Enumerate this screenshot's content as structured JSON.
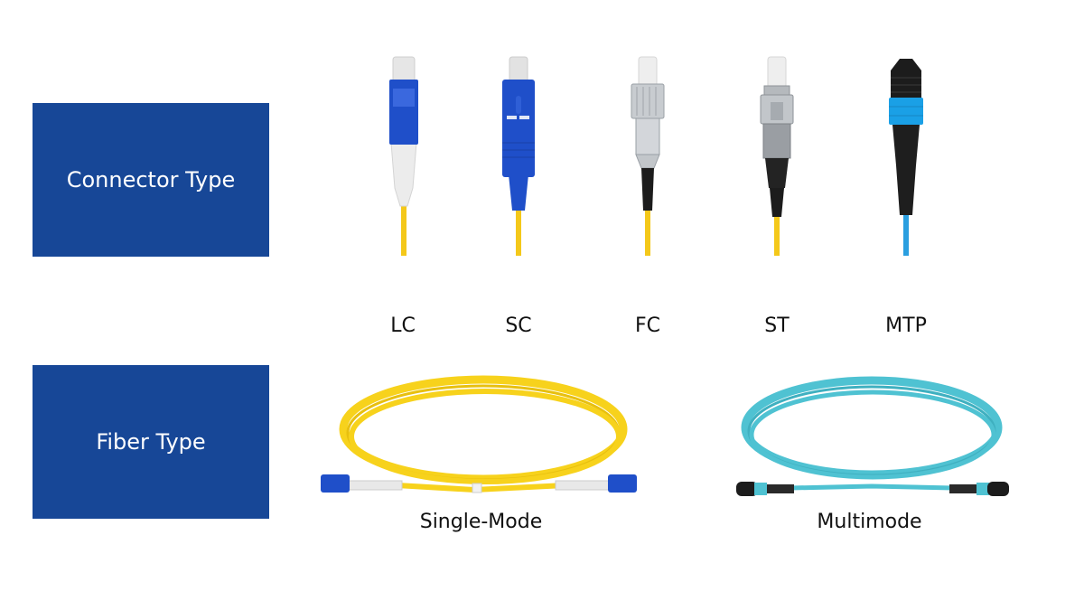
{
  "rows": {
    "connector": {
      "label": "Connector Type",
      "items": [
        {
          "name": "LC",
          "cable_color": "#f4c81a",
          "body_color": "#1f4fc9"
        },
        {
          "name": "SC",
          "cable_color": "#f4c81a",
          "body_color": "#1f4fc9"
        },
        {
          "name": "FC",
          "cable_color": "#f4c81a",
          "body_color": "#c0c4c8"
        },
        {
          "name": "ST",
          "cable_color": "#f4c81a",
          "body_color": "#9a9ea3"
        },
        {
          "name": "MTP",
          "cable_color": "#2a9fe0",
          "body_color": "#1aa0e6"
        }
      ]
    },
    "fiber": {
      "label": "Fiber Type",
      "items": [
        {
          "name": "Single-Mode",
          "cable_color": "#f7d21c",
          "connector_color": "#1f4fc9"
        },
        {
          "name": "Multimode",
          "cable_color": "#4fc2d2",
          "connector_color": "#1c1c1c"
        }
      ]
    }
  },
  "colors": {
    "label_box_bg": "#174797",
    "label_text": "#ffffff",
    "caption_text": "#111111"
  }
}
